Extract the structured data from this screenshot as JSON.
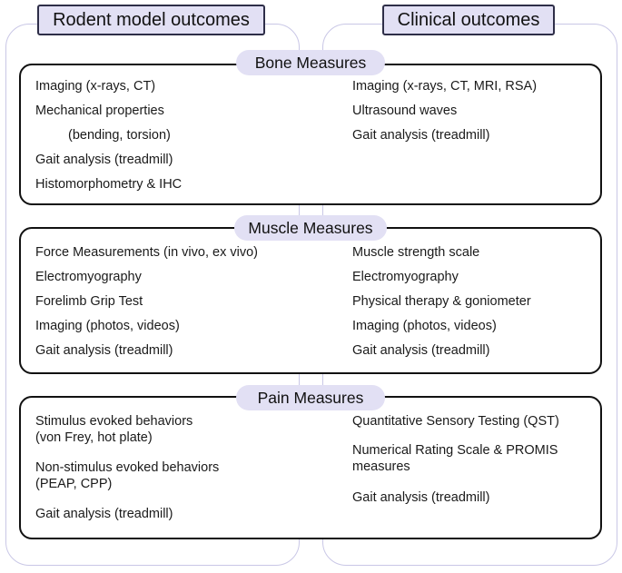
{
  "columns": {
    "rodent_title": "Rodent model outcomes",
    "clinical_title": "Clinical outcomes"
  },
  "sections": {
    "bone": {
      "label": "Bone Measures",
      "rodent": [
        "Imaging (x-rays, CT)",
        "Mechanical properties",
        "(bending, torsion)",
        "Gait analysis (treadmill)",
        "Histomorphometry & IHC"
      ],
      "clinical": [
        "Imaging (x-rays, CT, MRI, RSA)",
        "Ultrasound waves",
        "Gait analysis (treadmill)"
      ]
    },
    "muscle": {
      "label": "Muscle Measures",
      "rodent": [
        "Force Measurements (in vivo, ex vivo)",
        "Electromyography",
        "Forelimb Grip Test",
        "Imaging (photos, videos)",
        "Gait analysis (treadmill)"
      ],
      "clinical": [
        "Muscle strength scale",
        "Electromyography",
        "Physical therapy & goniometer",
        "Imaging (photos, videos)",
        "Gait analysis (treadmill)"
      ]
    },
    "pain": {
      "label": "Pain Measures",
      "rodent": [
        [
          "Stimulus evoked behaviors",
          "(von Frey, hot plate)"
        ],
        [
          "Non-stimulus evoked behaviors",
          "(PEAP, CPP)"
        ],
        [
          "Gait analysis (treadmill)"
        ]
      ],
      "clinical": [
        [
          "Quantitative Sensory Testing (QST)"
        ],
        [
          "Numerical Rating Scale & PROMIS",
          "measures"
        ],
        [
          "Gait analysis (treadmill)"
        ]
      ]
    }
  },
  "colors": {
    "header_fill": "#e2e0f4",
    "header_border": "#2e2e48",
    "column_border": "#c9c7e6",
    "section_border": "#111111"
  }
}
